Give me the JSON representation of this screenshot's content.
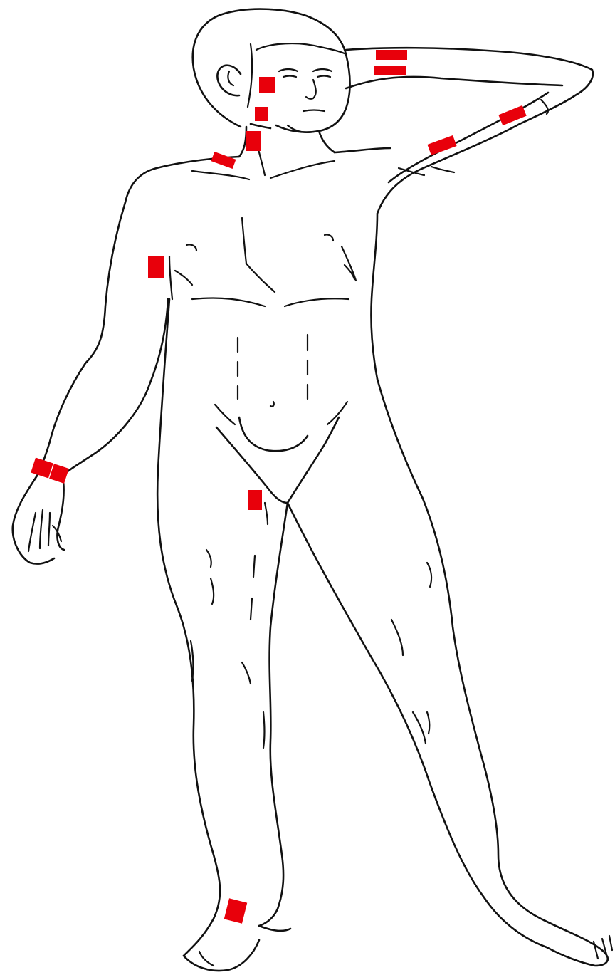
{
  "colors": {
    "background": "#ffffff",
    "line": "#111111",
    "marker": "#e8000b"
  },
  "figure": {
    "subject": "anatomical-line-drawing-standing-figure",
    "marker_sites": [
      "cheek",
      "jaw-neck",
      "neck-front",
      "clavicle",
      "forehead-raised-hand-a",
      "forehead-raised-hand-b",
      "upper-arm-raised-a",
      "upper-arm-raised-b",
      "axilla-right",
      "wrist-right-a",
      "wrist-right-b",
      "inner-thigh",
      "ankle"
    ]
  }
}
